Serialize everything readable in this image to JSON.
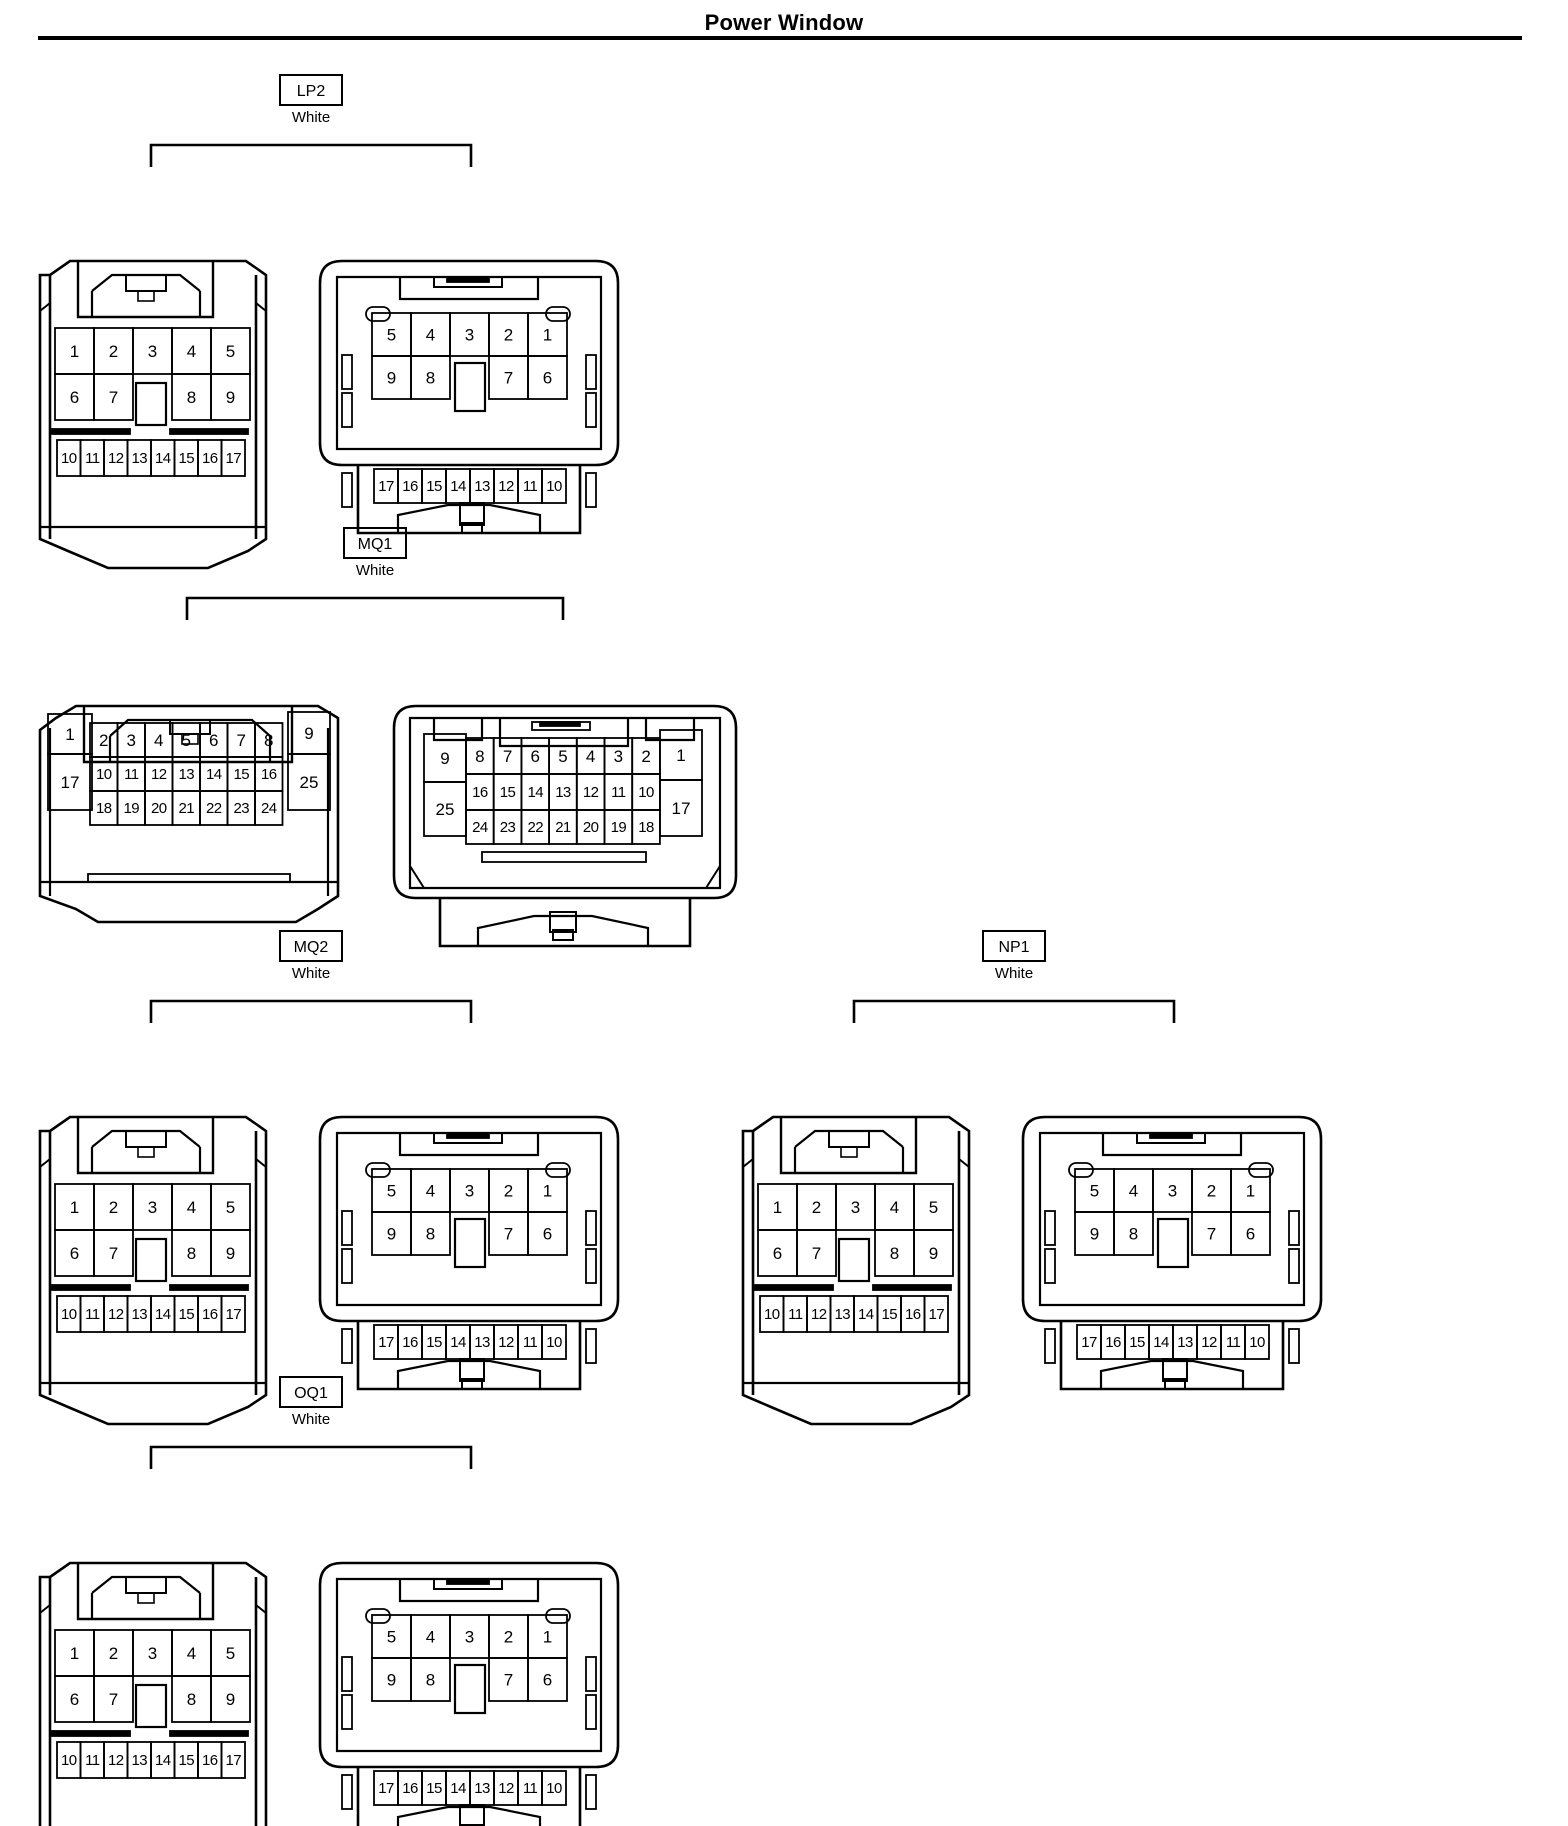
{
  "header": {
    "title": "Power Window"
  },
  "connectors": [
    {
      "id": "LP2",
      "color": "White",
      "type": "17-pin"
    },
    {
      "id": "MQ1",
      "color": "White",
      "type": "25-pin"
    },
    {
      "id": "MQ2",
      "color": "White",
      "type": "17-pin"
    },
    {
      "id": "NP1",
      "color": "White",
      "type": "17-pin"
    },
    {
      "id": "OQ1",
      "color": "White",
      "type": "17-pin"
    }
  ]
}
